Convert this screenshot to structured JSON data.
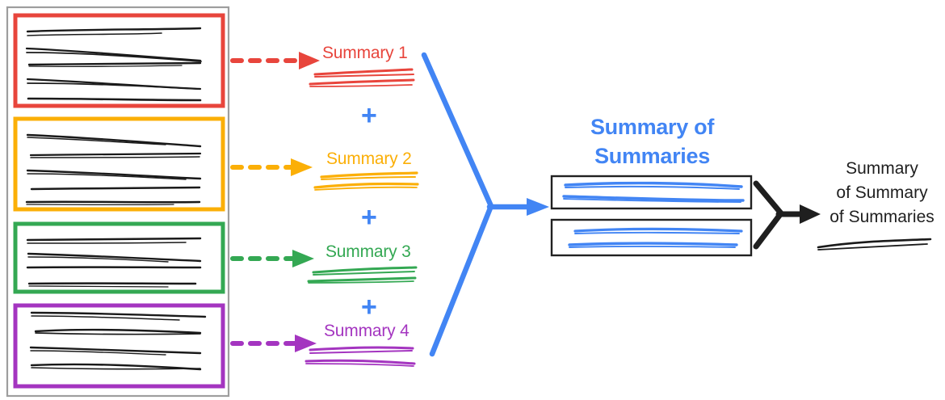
{
  "diagram": {
    "title_text_blocks": {
      "summary_of_summaries": "Summary of\nSummaries",
      "final_summary_line1": "Summary",
      "final_summary_line2": "of Summary",
      "final_summary_line3": "of Summaries"
    },
    "colors": {
      "red": "#E8453C",
      "orange": "#FBAF07",
      "green": "#34A853",
      "purple": "#A435C0",
      "blue": "#4285F4",
      "black": "#1f1f1f",
      "gray_container": "#9e9e9e",
      "box_outline_dark": "#212121",
      "scribble": "#1a1a1a",
      "background": "#ffffff"
    },
    "source_container": {
      "name": "source-documents-container",
      "border_color": "#9e9e9e"
    },
    "documents": [
      {
        "id": "doc-1",
        "color": "#E8453C",
        "line_count": 5,
        "label": ""
      },
      {
        "id": "doc-2",
        "color": "#FBAF07",
        "line_count": 5,
        "label": ""
      },
      {
        "id": "doc-3",
        "color": "#34A853",
        "line_count": 4,
        "label": ""
      },
      {
        "id": "doc-4",
        "color": "#A435C0",
        "line_count": 4,
        "label": ""
      }
    ],
    "summaries": [
      {
        "id": "summary-1",
        "label": "Summary 1",
        "color": "#E8453C"
      },
      {
        "id": "summary-2",
        "label": "Summary 2",
        "color": "#FBAF07"
      },
      {
        "id": "summary-3",
        "label": "Summary 3",
        "color": "#34A853"
      },
      {
        "id": "summary-4",
        "label": "Summary 4",
        "color": "#A435C0"
      }
    ],
    "plus_signs": [
      {
        "id": "plus-1",
        "label": "+",
        "color": "#4285F4"
      },
      {
        "id": "plus-2",
        "label": "+",
        "color": "#4285F4"
      },
      {
        "id": "plus-3",
        "label": "+",
        "color": "#4285F4"
      }
    ],
    "summary_of_summaries": {
      "title_line1": "Summary of",
      "title_line2": "Summaries",
      "color": "#4285F4",
      "box_count": 2
    },
    "final_output": {
      "line1": "Summary",
      "line2": "of Summary",
      "line3": "of Summaries",
      "color": "#1f1f1f"
    },
    "connectors": [
      {
        "id": "dashed-arrow-1",
        "style": "dashed",
        "color": "#E8453C"
      },
      {
        "id": "dashed-arrow-2",
        "style": "dashed",
        "color": "#FBAF07"
      },
      {
        "id": "dashed-arrow-3",
        "style": "dashed",
        "color": "#34A853"
      },
      {
        "id": "dashed-arrow-4",
        "style": "dashed",
        "color": "#A435C0"
      },
      {
        "id": "blue-merge-arrow",
        "style": "solid",
        "color": "#4285F4"
      },
      {
        "id": "black-merge-arrow",
        "style": "solid",
        "color": "#1f1f1f"
      }
    ]
  }
}
